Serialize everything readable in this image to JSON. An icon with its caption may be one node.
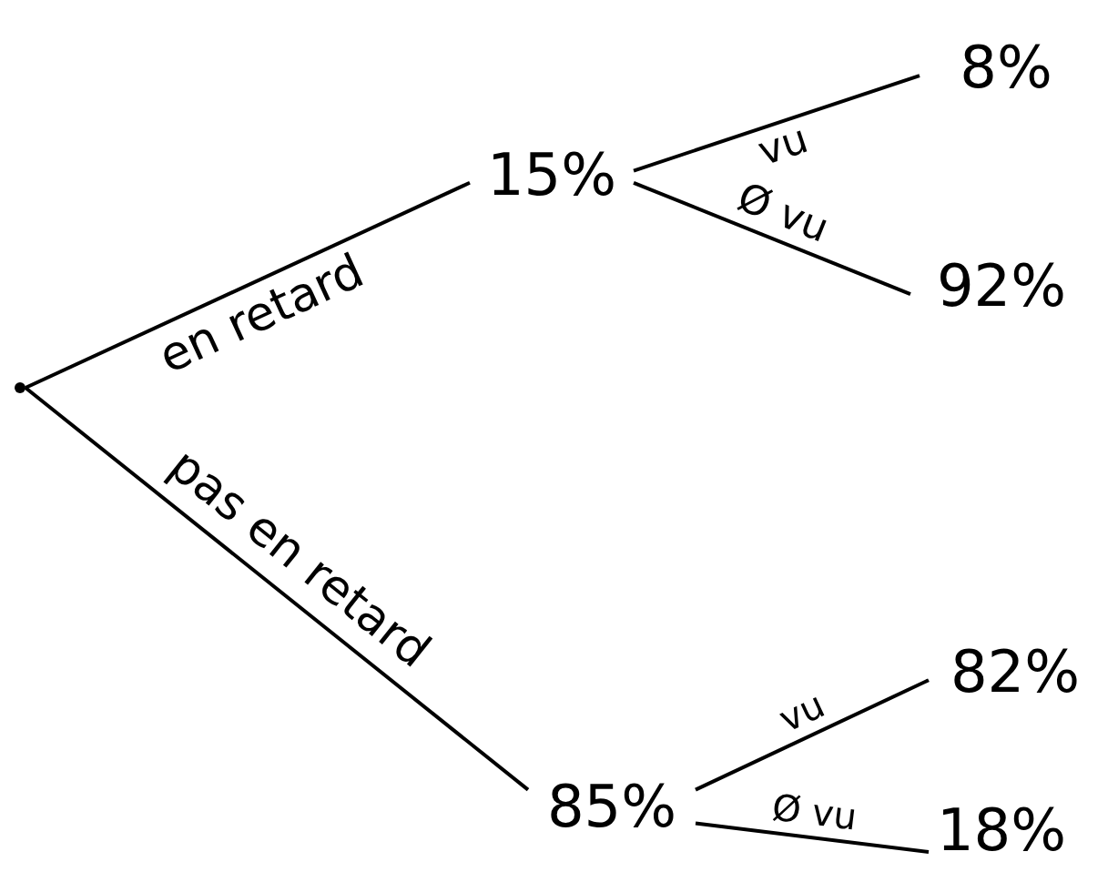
{
  "diagram": {
    "nodes": [
      {
        "text": [],
        "shape": "dot"
      },
      {
        "text": [
          "15%"
        ]
      },
      {
        "text": [
          "8%"
        ]
      },
      {
        "text": [
          "92%"
        ]
      },
      {
        "text": [
          "85%"
        ]
      },
      {
        "text": [
          "82%"
        ]
      },
      {
        "text": [
          "18%"
        ]
      }
    ],
    "edges": [
      {
        "from": 0,
        "to": 1,
        "arrow": "none",
        "label": "en retard"
      },
      {
        "from": 0,
        "to": 4,
        "arrow": "none",
        "label": "pas en retard"
      },
      {
        "from": 1,
        "to": 2,
        "arrow": "none",
        "label": "vu"
      },
      {
        "from": 1,
        "to": 3,
        "arrow": "none",
        "label": "Ø vu"
      },
      {
        "from": 4,
        "to": 5,
        "arrow": "none",
        "label": "vu"
      },
      {
        "from": 4,
        "to": 6,
        "arrow": "none",
        "label": "Ø vu"
      }
    ]
  }
}
